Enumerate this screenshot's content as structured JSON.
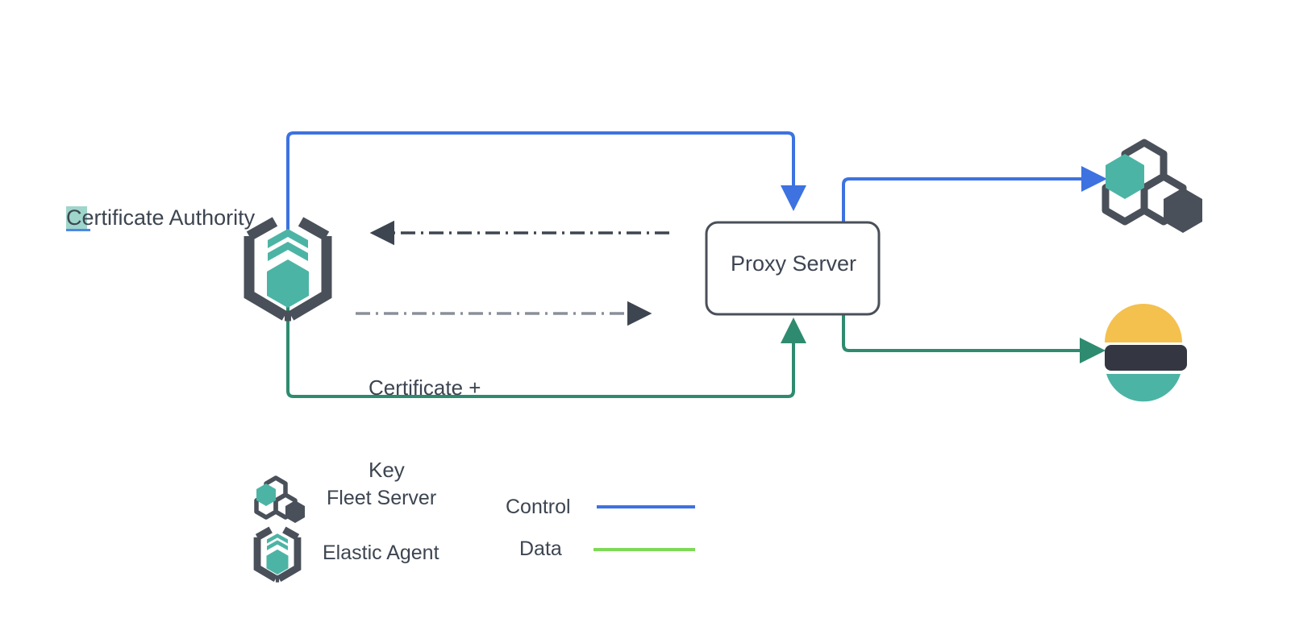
{
  "diagram": {
    "title": "Elastic Agent proxy server certificate flow",
    "nodes": {
      "certificate_authority": {
        "label": "Certificate Authority",
        "icon": "elastic-agent-icon",
        "highlight_color": "#9ed6cb",
        "underline_color": "#4f86e8"
      },
      "proxy_server": {
        "label": "Proxy Server",
        "shape": "rounded-rectangle",
        "border_color": "#4a5059",
        "fill_color": "#ffffff"
      },
      "fleet_server": {
        "label": "",
        "icon": "fleet-server-icon"
      },
      "elasticsearch": {
        "label": "",
        "icon": "elasticsearch-icon"
      }
    },
    "edge_labels": {
      "certificate_key": "Certificate +\nKey",
      "certificate_key_line1": "Certificate +",
      "certificate_key_line2": "Key"
    },
    "edges": [
      {
        "name": "agent-to-proxy-control",
        "type": "control",
        "color": "#3d72e0",
        "style": "solid",
        "from": "certificate_authority",
        "to": "proxy_server"
      },
      {
        "name": "proxy-to-fleet-control",
        "type": "control",
        "color": "#3d72e0",
        "style": "solid",
        "from": "proxy_server",
        "to": "fleet_server"
      },
      {
        "name": "agent-to-proxy-data",
        "type": "data",
        "color": "#2e8b6f",
        "style": "solid",
        "from": "certificate_authority",
        "to": "proxy_server"
      },
      {
        "name": "proxy-to-elasticsearch-data",
        "type": "data",
        "color": "#2e8b6f",
        "style": "solid",
        "from": "proxy_server",
        "to": "elasticsearch"
      },
      {
        "name": "proxy-to-ca-certificate",
        "type": "certificate",
        "color": "#3d4551",
        "style": "dash-dot",
        "from": "proxy_server",
        "to": "certificate_authority"
      },
      {
        "name": "ca-to-proxy-certificate-key",
        "type": "certificate",
        "color": "#8a8f99",
        "style": "dash-dot",
        "from": "certificate_authority",
        "to": "proxy_server"
      }
    ]
  },
  "legend": {
    "items": [
      {
        "label": "Fleet Server",
        "icon": "fleet-server-icon"
      },
      {
        "label": "Elastic Agent",
        "icon": "elastic-agent-icon"
      }
    ],
    "lines": [
      {
        "label": "Control",
        "color": "#3d72e0"
      },
      {
        "label": "Data",
        "color": "#7ed957"
      }
    ]
  },
  "colors": {
    "teal": "#4cb4a5",
    "dark_slate": "#4a5059",
    "text": "#3d4551",
    "control_blue": "#3d72e0",
    "data_green": "#2e8b6f",
    "legend_green": "#7ed957",
    "elastic_yellow": "#f4c04e",
    "elastic_dark": "#343741",
    "elastic_teal": "#4cb4a5"
  }
}
